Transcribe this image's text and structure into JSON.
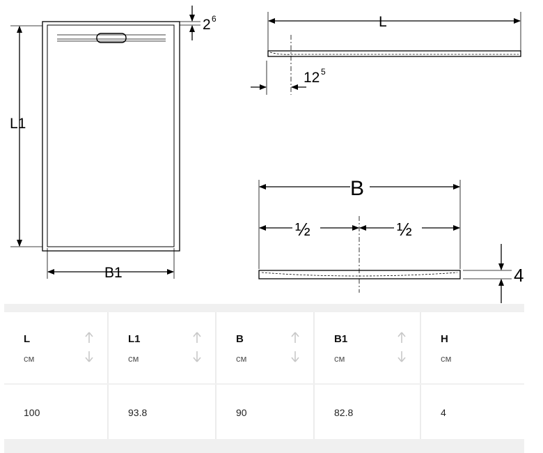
{
  "drawing": {
    "top_view": {
      "L1": "L1",
      "B1": "B1",
      "edge_base": "2",
      "edge_sup": "6"
    },
    "side_view": {
      "L": "L",
      "offset_base": "12",
      "offset_sup": "5"
    },
    "front_view": {
      "B": "B",
      "half_left": "½",
      "half_right": "½",
      "H": "4"
    }
  },
  "table": {
    "columns": [
      {
        "label": "L",
        "unit": "cм"
      },
      {
        "label": "L1",
        "unit": "cм"
      },
      {
        "label": "B",
        "unit": "cм"
      },
      {
        "label": "B1",
        "unit": "cм"
      },
      {
        "label": "H",
        "unit": "cм"
      }
    ],
    "rows": [
      [
        "100",
        "93.8",
        "90",
        "82.8",
        "4"
      ]
    ]
  }
}
